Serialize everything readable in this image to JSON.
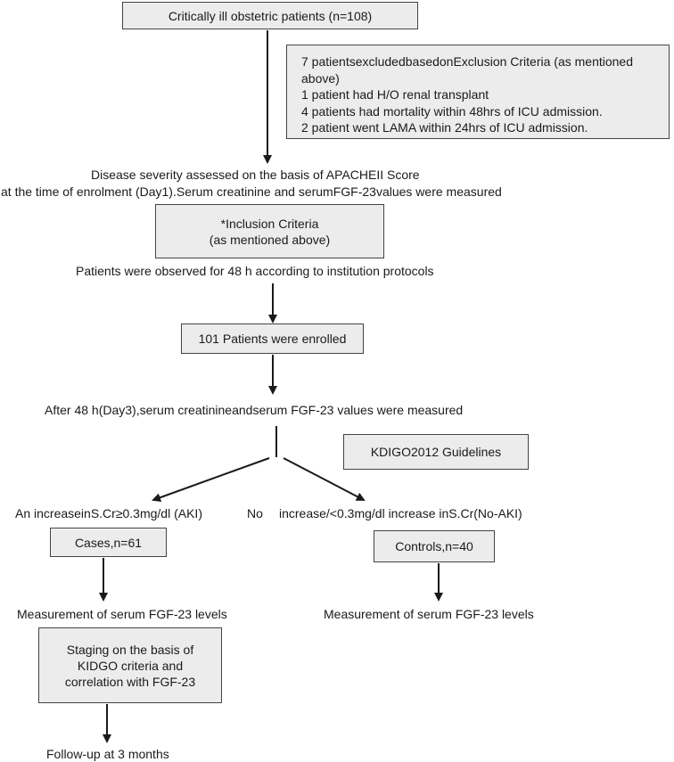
{
  "start_box": "Critically ill obstetric patients (n=108)",
  "exclusion_box": {
    "lines": [
      "7 patientsexcludedbasedonExclusion Criteria (as mentioned",
      "above)",
      "1 patient had H/O renal transplant",
      "4 patients had mortality within 48hrs of ICU admission.",
      "2 patient went LAMA within 24hrs of ICU admission."
    ]
  },
  "severity_text": {
    "line1": "Disease severity assessed on the basis of APACHEII Score",
    "line2": "at the time of enrolment (Day1).Serum creatinine and serumFGF-23values were measured"
  },
  "inclusion_box": {
    "line1": "*Inclusion Criteria",
    "line2": "(as mentioned above)"
  },
  "observed_text": "Patients were observed for 48 h according to institution protocols",
  "enrolled_box": "101 Patients were enrolled",
  "day3_text": "After 48 h(Day3),serum creatinineandserum FGF-23 values were measured",
  "kdigo_box": "KDIGO2012 Guidelines",
  "aki_text": "An increaseinS.Cr≥0.3mg/dl (AKI)",
  "no_word": "No",
  "noaki_text": "increase/<0.3mg/dl increase inS.Cr(No-AKI)",
  "cases_box": "Cases,n=61",
  "controls_box": "Controls,n=40",
  "measure_left": "Measurement of serum FGF-23 levels",
  "measure_right": "Measurement of serum FGF-23 levels",
  "staging_box": {
    "line1": "Staging on the basis of",
    "line2": "KIDGO criteria and",
    "line3": "correlation with FGF-23"
  },
  "followup_text": "Follow-up at 3 months"
}
